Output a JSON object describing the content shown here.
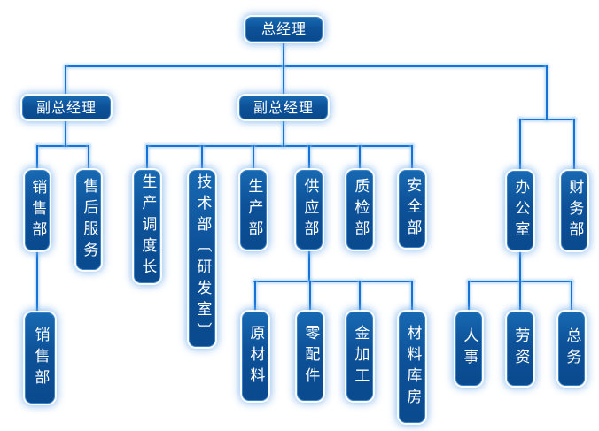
{
  "org": {
    "nodes": [
      {
        "id": "general-manager",
        "label": "总经理",
        "parent": null,
        "level": 1
      },
      {
        "id": "deputy-gm-left",
        "label": "副总经理",
        "parent": "general-manager",
        "level": 2
      },
      {
        "id": "deputy-gm-center",
        "label": "副总经理",
        "parent": "general-manager",
        "level": 2
      },
      {
        "id": "sales-dept",
        "label": "销售部",
        "parent": "deputy-gm-left",
        "level": 3
      },
      {
        "id": "after-sales-service",
        "label": "售后服务",
        "parent": "deputy-gm-left",
        "level": 3
      },
      {
        "id": "production-dispatch-chief",
        "label": "生产调度长",
        "parent": "deputy-gm-center",
        "level": 3
      },
      {
        "id": "tech-dept-rd-room",
        "label": "技术部〔研发室〕",
        "parent": "deputy-gm-center",
        "level": 3
      },
      {
        "id": "production-dept",
        "label": "生产部",
        "parent": "deputy-gm-center",
        "level": 3
      },
      {
        "id": "supply-dept",
        "label": "供应部",
        "parent": "deputy-gm-center",
        "level": 3
      },
      {
        "id": "quality-inspection-dept",
        "label": "质检部",
        "parent": "deputy-gm-center",
        "level": 3
      },
      {
        "id": "safety-dept",
        "label": "安全部",
        "parent": "deputy-gm-center",
        "level": 3
      },
      {
        "id": "office",
        "label": "办公室",
        "parent": "general-manager",
        "level": 3
      },
      {
        "id": "finance-dept",
        "label": "财务部",
        "parent": "general-manager",
        "level": 3
      },
      {
        "id": "sales-dept-sub",
        "label": "销售部",
        "parent": "sales-dept",
        "level": 4
      },
      {
        "id": "raw-materials",
        "label": "原材料",
        "parent": "supply-dept",
        "level": 4
      },
      {
        "id": "spare-parts",
        "label": "零配件",
        "parent": "supply-dept",
        "level": 4
      },
      {
        "id": "metal-processing",
        "label": "金加工",
        "parent": "supply-dept",
        "level": 4
      },
      {
        "id": "materials-warehouse",
        "label": "材料库房",
        "parent": "supply-dept",
        "level": 4
      },
      {
        "id": "personnel",
        "label": "人事",
        "parent": "office",
        "level": 4
      },
      {
        "id": "labor-wages",
        "label": "劳资",
        "parent": "office",
        "level": 4
      },
      {
        "id": "general-affairs",
        "label": "总务",
        "parent": "office",
        "level": 4
      }
    ]
  },
  "colors": {
    "node_fill_top": "#1769b2",
    "node_fill_bottom": "#0a4a8e",
    "node_border": "#3b82c4",
    "node_glow": "#7ab2ec",
    "connector_line": "#1573d8",
    "text": "#ffffff",
    "background": "#ffffff"
  }
}
